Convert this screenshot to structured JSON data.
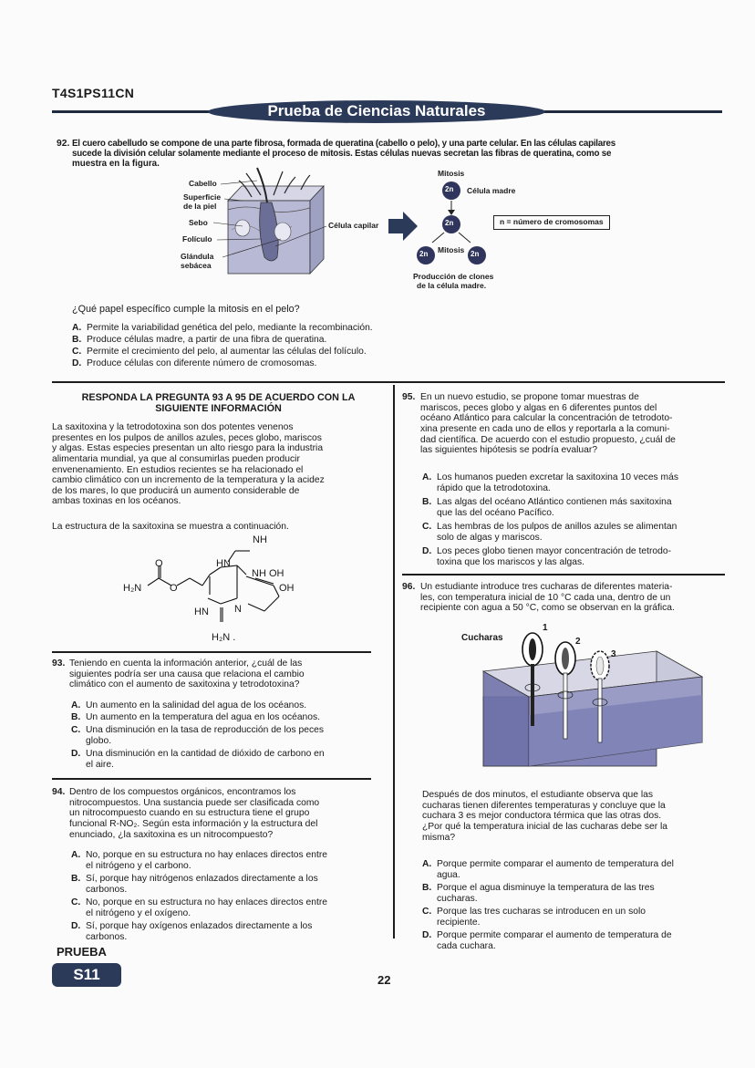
{
  "header": {
    "code": "T4S1PS11CN",
    "title": "Prueba de Ciencias Naturales"
  },
  "q92": {
    "number": "92.",
    "stem_lines": [
      "El cuero cabelludo se compone de una parte fibrosa, formada de queratina (cabello o pelo), y una parte celular. En las células capilares",
      "sucede la división celular solamente mediante el proceso de mitosis. Estas células nuevas secretan las fibras de queratina, como se",
      "muestra en la figura."
    ],
    "figure": {
      "labels": {
        "cabello": "Cabello",
        "superficie": "Superficie",
        "piel": "de la piel",
        "sebo": "Sebo",
        "foliculo": "Folículo",
        "glandula": "Glándula",
        "sebacea": "sebácea",
        "celula_capilar": "Célula capilar",
        "mitosis_top": "Mitosis",
        "celula_madre": "Célula madre",
        "mitosis_mid": "Mitosis",
        "produccion1": "Producción de clones",
        "produccion2": "de la célula madre.",
        "legend": "n = número de cromosomas",
        "cell": "2n"
      }
    },
    "question": "¿Qué papel específico cumple la mitosis en el pelo?",
    "options": [
      {
        "letter": "A.",
        "text": "Permite la variabilidad genética del pelo, mediante la recombinación."
      },
      {
        "letter": "B.",
        "text": "Produce células madre, a partir de una fibra de queratina."
      },
      {
        "letter": "C.",
        "text": "Permite el crecimiento del pelo, al aumentar las células del folículo."
      },
      {
        "letter": "D.",
        "text": "Produce células con diferente número de cromosomas."
      }
    ]
  },
  "context": {
    "heading1": "RESPONDA LA PREGUNTA 93 A 95 DE ACUERDO CON LA",
    "heading2": "SIGUIENTE INFORMACIÓN",
    "para_lines": [
      "La saxitoxina y la tetrodotoxina son dos potentes venenos",
      "presentes en los pulpos de anillos azules, peces globo, mariscos",
      "y algas. Estas especies presentan un alto riesgo para la industria",
      "alimentaria mundial, ya que al consumirlas pueden producir",
      "envenenamiento. En estudios recientes se ha relacionado el",
      "cambio climático con un incremento de la temperatura y la acidez",
      "de los mares, lo que producirá un aumento considerable de",
      "ambas toxinas en los océanos."
    ],
    "structure_intro": "La estructura de la saxitoxina se muestra a continuación.",
    "molecule": {
      "nh_top": "NH",
      "hn1": "HN",
      "nh_oh": "NH OH",
      "o_dbl": "O",
      "h2n_left": "H₂N",
      "o_ring": "O",
      "oh": "OH",
      "hn2": "HN",
      "n": "N",
      "h2n_bottom": "H₂N ."
    }
  },
  "q93": {
    "number": "93.",
    "stem_lines": [
      "Teniendo en cuenta la información anterior, ¿cuál de las",
      "siguientes podría ser una causa que relaciona el cambio",
      "climático con el aumento de saxitoxina y tetrodotoxina?"
    ],
    "options": [
      {
        "letter": "A.",
        "lines": [
          "Un aumento en la salinidad del agua de los océanos."
        ]
      },
      {
        "letter": "B.",
        "lines": [
          "Un aumento en la temperatura del agua en los océanos."
        ]
      },
      {
        "letter": "C.",
        "lines": [
          "Una disminución en la tasa de reproducción de los peces",
          "globo."
        ]
      },
      {
        "letter": "D.",
        "lines": [
          "Una disminución en la cantidad de dióxido de carbono en",
          "el aire."
        ]
      }
    ]
  },
  "q94": {
    "number": "94.",
    "stem_lines": [
      "Dentro de los compuestos orgánicos, encontramos los",
      "nitrocompuestos. Una sustancia puede ser clasificada como",
      "un nitrocompuesto cuando en su estructura tiene el grupo",
      "funcional R-NO₂. Según esta información y la estructura del",
      "enunciado, ¿la saxitoxina es un nitrocompuesto?"
    ],
    "options": [
      {
        "letter": "A.",
        "lines": [
          "No, porque en su estructura no hay enlaces directos entre",
          "el nitrógeno y el carbono."
        ]
      },
      {
        "letter": "B.",
        "lines": [
          "Sí, porque hay nitrógenos enlazados directamente a los",
          "carbonos."
        ]
      },
      {
        "letter": "C.",
        "lines": [
          "No, porque en su estructura no hay enlaces directos entre",
          "el nitrógeno y el oxígeno."
        ]
      },
      {
        "letter": "D.",
        "lines": [
          "Sí, porque hay oxígenos enlazados directamente a los",
          "carbonos."
        ]
      }
    ]
  },
  "q95": {
    "number": "95.",
    "stem_lines": [
      "En un nuevo estudio, se propone tomar muestras de",
      "mariscos, peces globo y algas en 6 diferentes puntos del",
      "océano Atlántico para calcular la concentración de tetrodoto-",
      "xina presente en cada uno de ellos y reportarla a la comuni-",
      "dad científica. De acuerdo con el estudio propuesto, ¿cuál de",
      "las siguientes hipótesis se podría evaluar?"
    ],
    "options": [
      {
        "letter": "A.",
        "lines": [
          "Los humanos pueden excretar la saxitoxina 10 veces más",
          "rápido que la tetrodotoxina."
        ]
      },
      {
        "letter": "B.",
        "lines": [
          "Las algas del océano Atlántico contienen más saxitoxina",
          "que las del océano Pacífico."
        ]
      },
      {
        "letter": "C.",
        "lines": [
          "Las hembras de los pulpos de anillos azules se alimentan",
          "solo de algas y mariscos."
        ]
      },
      {
        "letter": "D.",
        "lines": [
          "Los peces globo tienen mayor concentración de tetrodo-",
          "toxina que los mariscos y las algas."
        ]
      }
    ]
  },
  "q96": {
    "number": "96.",
    "stem_lines": [
      "Un estudiante introduce tres cucharas de diferentes materia-",
      "les, con temperatura inicial de 10 °C cada una, dentro de un",
      "recipiente con agua a 50 °C, como se observan en la gráfica."
    ],
    "figure": {
      "cucharas": "Cucharas",
      "n1": "1",
      "n2": "2",
      "n3": "3"
    },
    "after_lines": [
      "Después de dos minutos, el estudiante observa que las",
      "cucharas tienen diferentes temperaturas y concluye que la",
      "cuchara 3 es mejor conductora térmica que las otras dos.",
      "¿Por qué la temperatura inicial de las cucharas debe ser la",
      "misma?"
    ],
    "options": [
      {
        "letter": "A.",
        "lines": [
          "Porque permite comparar el aumento de temperatura del",
          "agua."
        ]
      },
      {
        "letter": "B.",
        "lines": [
          "Porque el agua disminuye la temperatura de las tres",
          "cucharas."
        ]
      },
      {
        "letter": "C.",
        "lines": [
          "Porque las tres cucharas se introducen en un solo",
          "recipiente."
        ]
      },
      {
        "letter": "D.",
        "lines": [
          "Porque permite comparar el aumento de temperatura de",
          "cada cuchara."
        ]
      }
    ]
  },
  "footer": {
    "badge_top": "PRUEBA",
    "badge": "S11",
    "page": "22"
  }
}
